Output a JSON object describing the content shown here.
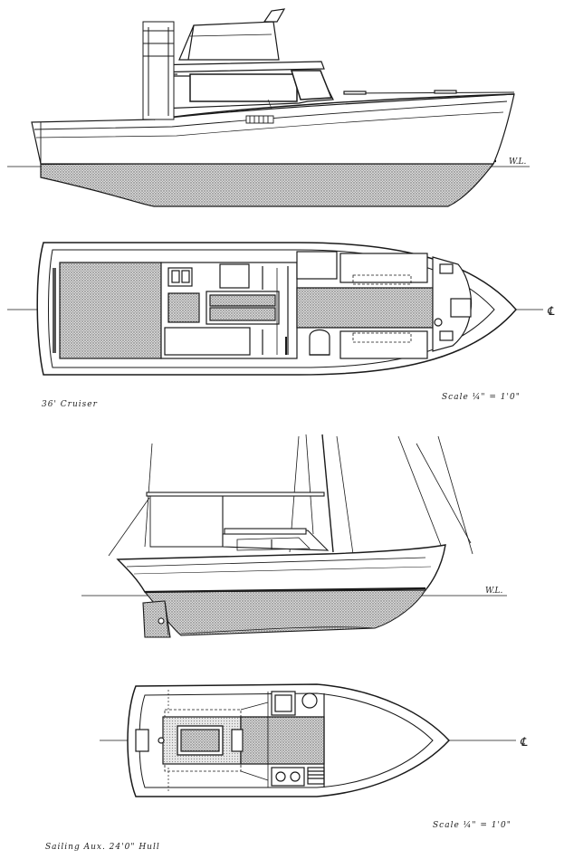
{
  "cruiser": {
    "caption": "36' Cruiser",
    "scale": "Scale ¼\" = 1'0\"",
    "waterline_label": "W.L.",
    "centerline_mark": "℄"
  },
  "sailing": {
    "caption": "Sailing Aux. 24'0\" Hull",
    "scale": "Scale ¼\" = 1'0\"",
    "waterline_label": "W.L.",
    "centerline_mark": "℄"
  },
  "colors": {
    "ink": "#1a1a1a",
    "hatch": "#9a9a9a",
    "paper": "#ffffff"
  }
}
